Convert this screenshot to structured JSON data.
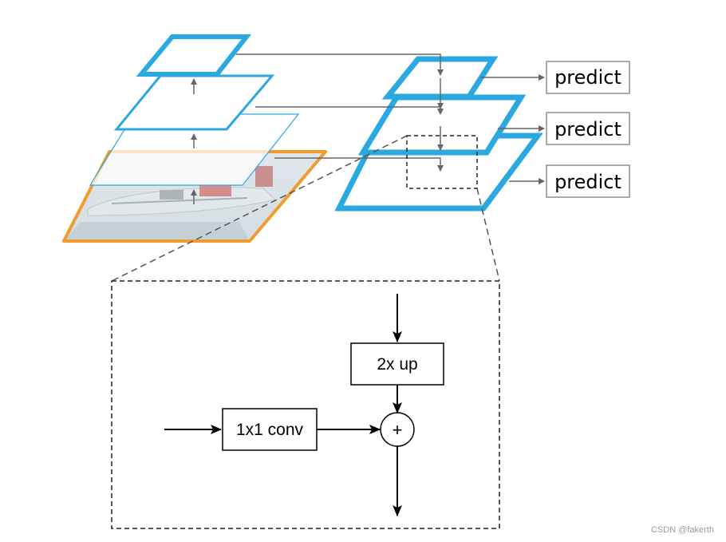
{
  "diagram": {
    "predict_labels": [
      "predict",
      "predict",
      "predict"
    ],
    "detail": {
      "upsample_label": "2x up",
      "conv_label": "1x1 conv",
      "merge_symbol": "+"
    }
  },
  "watermark": "CSDN @fakerth",
  "colors": {
    "pyramid_blue": "#2aa8e0",
    "image_orange": "#f39b2c",
    "arrow_gray": "#666666",
    "line_black": "#000000"
  }
}
